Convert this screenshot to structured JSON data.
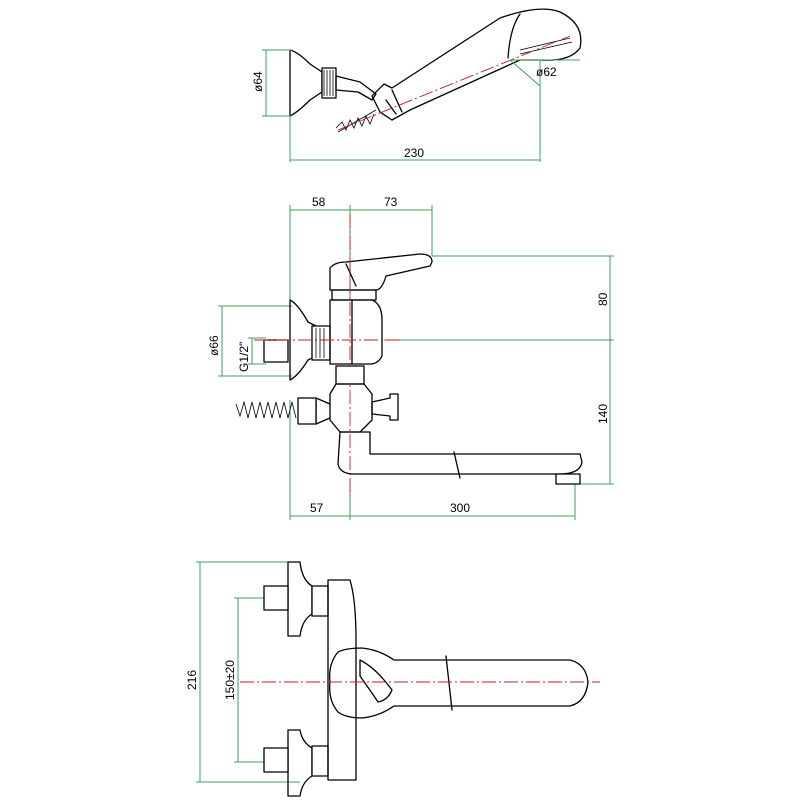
{
  "dimensions": {
    "shower_head_diameter": "ø62",
    "wall_rose_diameter_top": "ø64",
    "shower_length": "230",
    "body_offset": "58",
    "lever_reach": "73",
    "lever_height": "80",
    "rose_diameter": "ø66",
    "thread_size": "G1/2\"",
    "spout_drop": "140",
    "inlet_offset": "57",
    "spout_length": "300",
    "total_height": "216",
    "inlet_spacing": "150±20"
  },
  "colors": {
    "dimension_line": "#3f9f5f",
    "center_line": "#c02020",
    "outline": "#000000"
  }
}
